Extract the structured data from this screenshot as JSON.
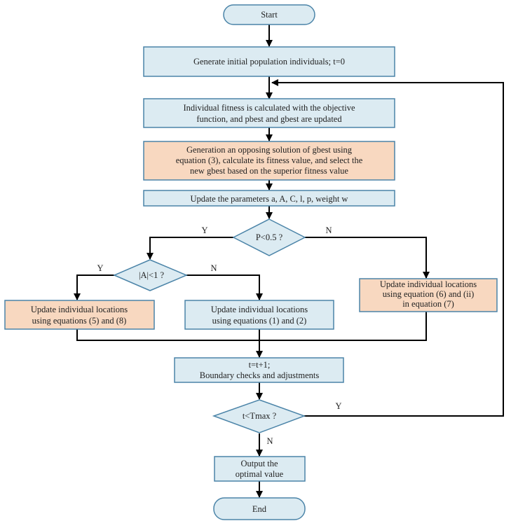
{
  "colors": {
    "blue_fill": "#dcebf2",
    "orange_fill": "#f8d8c0",
    "box_stroke": "#4b84a8",
    "arrow": "#000000"
  },
  "start": {
    "label": "Start"
  },
  "end": {
    "label": "End"
  },
  "steps": {
    "init": [
      "Generate initial population individuals; t=0"
    ],
    "fitness": [
      "Individual fitness is calculated with the objective",
      "function, and pbest and gbest are updated"
    ],
    "opposing": [
      "Generation an opposing solution of gbest using",
      "equation (3), calculate its fitness value, and select the",
      "new gbest based on the superior fitness value"
    ],
    "params": [
      "Update the parameters a, A, C, l, p, weight w"
    ],
    "loc58": [
      "Update individual locations",
      "using equations (5) and (8)"
    ],
    "loc12": [
      "Update individual locations",
      "using equations (1) and (2)"
    ],
    "loc67": [
      "Update individual locations",
      "using equation (6) and (ii)",
      "in equation (7)"
    ],
    "boundary": [
      "t=t+1;",
      "Boundary checks and adjustments"
    ],
    "output": [
      "Output the",
      "optimal value"
    ]
  },
  "decisions": {
    "p": {
      "label": "P<0.5 ?",
      "yes": "Y",
      "no": "N"
    },
    "a": {
      "label": "|A|<1 ?",
      "yes": "Y",
      "no": "N"
    },
    "t": {
      "label": "t<Tmax ?",
      "yes": "Y",
      "no": "N"
    }
  }
}
